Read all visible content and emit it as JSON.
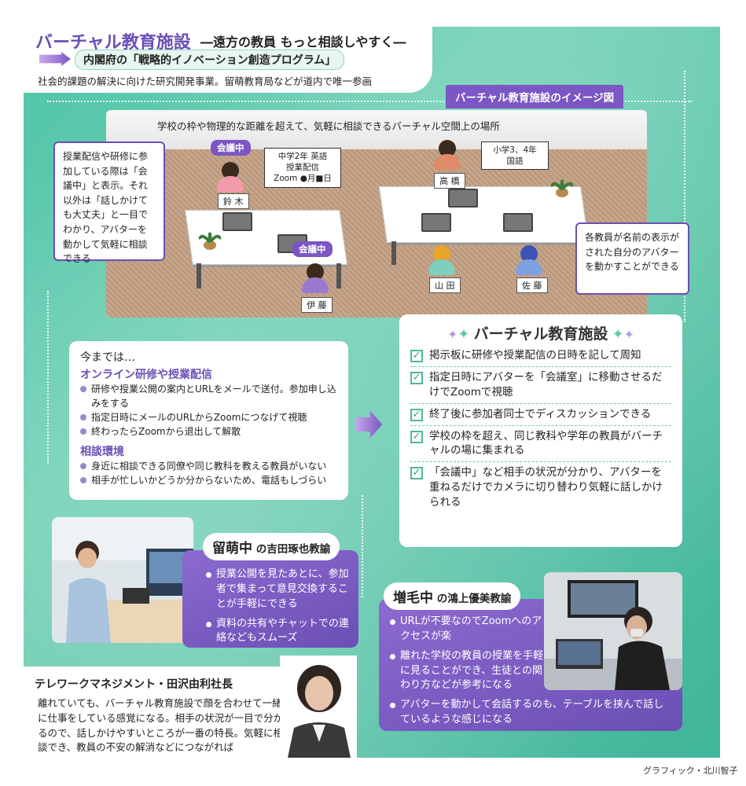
{
  "header": {
    "title": "バーチャル教育施設",
    "subtitle": "―遠方の教員 もっと相談しやすく―",
    "program": "内閣府の「戦略的イノベーション創造プログラム」",
    "description": "社会的課題の解決に向けた研究開発事業。留萌教育局などが道内で唯一参画"
  },
  "image_tab": "バーチャル教育施設のイメージ図",
  "room": {
    "caption": "学校の枠や物理的な距離を超えて、気軽に相談できるバーチャル空間上の場所",
    "meeting_tag": "会議中",
    "board_left": {
      "line1": "中学2年 英語",
      "line2": "授業配信",
      "line3": "Zoom ●月■日"
    },
    "board_right": {
      "line1": "小学3、4年",
      "line2": "国語"
    },
    "names": {
      "suzuki": "鈴 木",
      "ito": "伊 藤",
      "takahashi": "高 橋",
      "yamada": "山 田",
      "sato": "佐 藤"
    }
  },
  "note_left": "授業配信や研修に参加している際は「会議中」と表示。それ以外は「話しかけても大丈夫」と一目でわかり、アバターを動かして気軽に相談できる",
  "note_right": "各教員が名前の表示がされた自分のアバターを動かすことができる",
  "before": {
    "heading": "今までは…",
    "section1": "オンライン研修や授業配信",
    "items1": [
      "研修や授業公開の案内とURLをメールで送付。参加申し込みをする",
      "指定日時にメールのURLからZoomにつなげて視聴",
      "終わったらZoomから退出して解散"
    ],
    "section2": "相談環境",
    "items2": [
      "身近に相談できる同僚や同じ教科を教える教員がいない",
      "相手が忙しいかどうか分からないため、電話もしづらい"
    ]
  },
  "virtual": {
    "title": "バーチャル教育施設",
    "items": [
      "掲示板に研修や授業配信の日時を記して周知",
      "指定日時にアバターを「会議室」に移動させるだけでZoomで視聴",
      "終了後に参加者同士でディスカッションできる",
      "学校の枠を超え、同じ教科や学年の教員がバーチャルの場に集まれる",
      "「会議中」など相手の状況が分かり、アバターを重ねるだけでカメラに切り替わり気軽に話しかけられる"
    ]
  },
  "rumoi": {
    "town": "留萌中",
    "teacher": " の吉田琢也教諭",
    "items": [
      "授業公開を見たあとに、参加者で集まって意見交換することが手軽にできる",
      "資料の共有やチャットでの連絡などもスムーズ"
    ]
  },
  "mashike": {
    "town": "増毛中",
    "teacher": " の鴻上優美教諭",
    "items": [
      "URLが不要なのでZoomへのアクセスが楽",
      "離れた学校の教員の授業を手軽に見ることができ、生徒との関わり方などが参考になる",
      "アバターを動かして会話するのも、テーブルを挟んで話しているような感じになる"
    ]
  },
  "telework": {
    "title": "テレワークマネジメント・田沢由利社長",
    "text": "離れていても、バーチャル教育施設で顔を合わせて一緒に仕事をしている感覚になる。相手の状況が一目で分かるので、話しかけやすいところが一番の特長。気軽に相談でき、教員の不安の解消などにつながれば"
  },
  "credit": "グラフィック・北川智子",
  "colors": {
    "accent_purple": "#6b4fb5",
    "green": "#4fc4a8"
  }
}
